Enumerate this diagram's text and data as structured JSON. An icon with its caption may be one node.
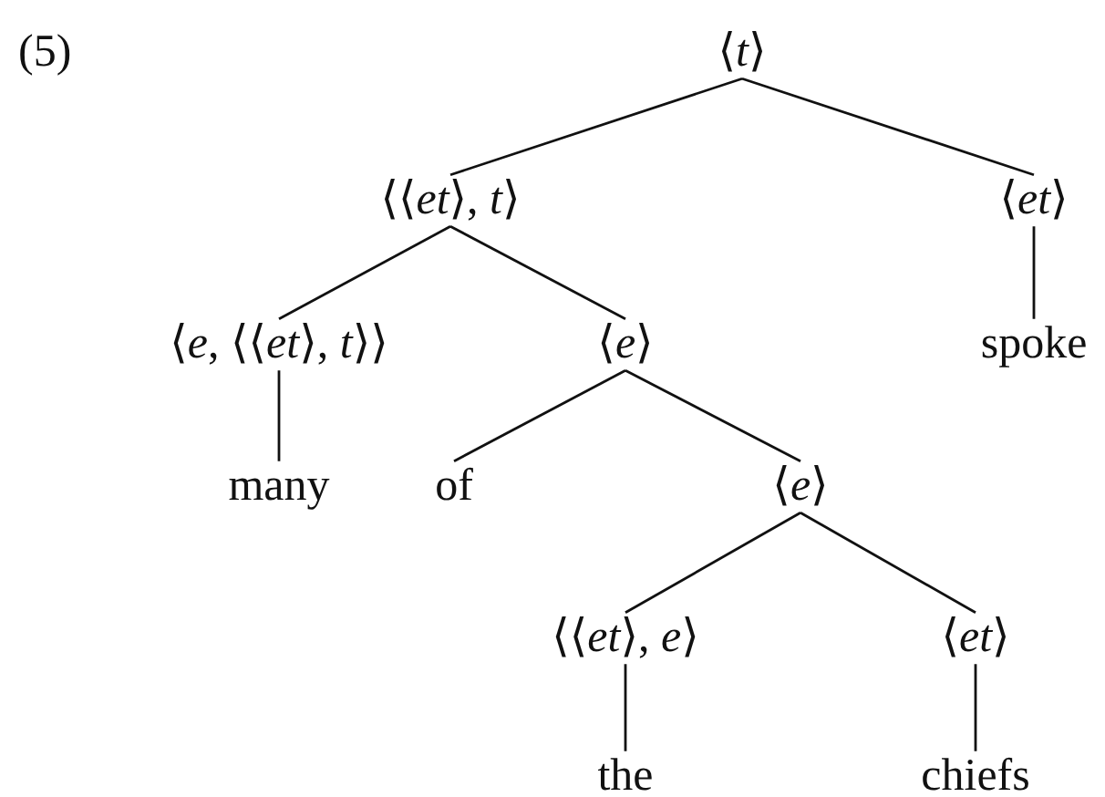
{
  "diagram": {
    "nodes": [
      {
        "text": [
          "⟨*t*⟩"
        ]
      },
      {
        "text": [
          "⟨⟨*et*⟩, *t*⟩"
        ]
      },
      {
        "text": [
          "⟨*et*⟩"
        ]
      },
      {
        "text": [
          "⟨*e*, ⟨⟨*et*⟩, *t*⟩⟩"
        ]
      },
      {
        "text": [
          "⟨*e*⟩"
        ]
      },
      {
        "text": [
          "spoke"
        ]
      },
      {
        "text": [
          "many"
        ]
      },
      {
        "text": [
          "of"
        ]
      },
      {
        "text": [
          "⟨*e*⟩"
        ]
      },
      {
        "text": [
          "⟨⟨*et*⟩, *e*⟩"
        ]
      },
      {
        "text": [
          "⟨*et*⟩"
        ]
      },
      {
        "text": [
          "the"
        ]
      },
      {
        "text": [
          "chiefs"
        ]
      }
    ],
    "edges": [
      {
        "from": 0,
        "to": 1,
        "arrow": "none"
      },
      {
        "from": 0,
        "to": 2,
        "arrow": "none"
      },
      {
        "from": 1,
        "to": 3,
        "arrow": "none"
      },
      {
        "from": 1,
        "to": 4,
        "arrow": "none"
      },
      {
        "from": 2,
        "to": 5,
        "arrow": "none"
      },
      {
        "from": 3,
        "to": 6,
        "arrow": "none"
      },
      {
        "from": 4,
        "to": 7,
        "arrow": "none"
      },
      {
        "from": 4,
        "to": 8,
        "arrow": "none"
      },
      {
        "from": 8,
        "to": 9,
        "arrow": "none"
      },
      {
        "from": 8,
        "to": 10,
        "arrow": "none"
      },
      {
        "from": 9,
        "to": 11,
        "arrow": "none"
      },
      {
        "from": 10,
        "to": 12,
        "arrow": "none"
      }
    ],
    "labels": [
      "(5)"
    ]
  }
}
